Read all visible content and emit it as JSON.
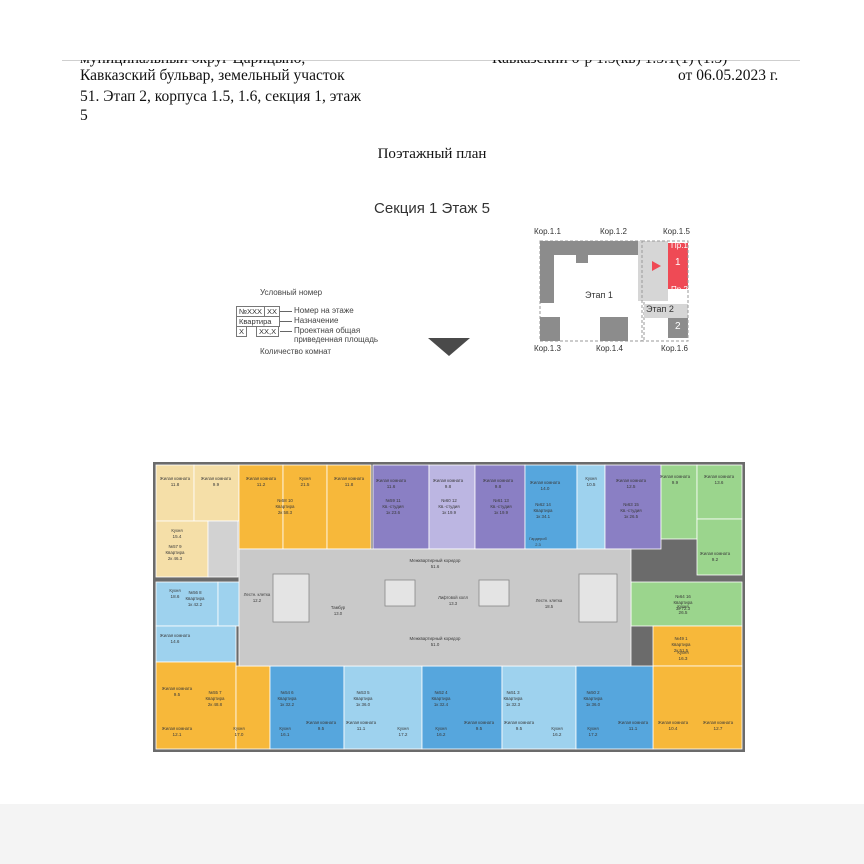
{
  "header": {
    "left_line0": "муниципальный округ Царицыно,",
    "left_line1": "Кавказский бульвар, земельный участок",
    "left_line2": "51. Этап 2, корпуса 1.5, 1.6, секция 1, этаж",
    "left_line3": "5",
    "right_line0": "Кавказский б-р 1.5(кв) 1.5.1(1) (1.5)",
    "right_line1": "от 06.05.2023 г."
  },
  "document_title": "Поэтажный план",
  "section_title": "Секция 1 Этаж 5",
  "legend": {
    "heading": "Условный номер",
    "box_number": "№XXX",
    "box_floor": "XX",
    "box_kind": "Квартира",
    "box_rooms": "X",
    "box_area": "XX,X",
    "caption_floor": "Номер на этаже",
    "caption_kind": "Назначение",
    "caption_area_1": "Проектная общая",
    "caption_area_2": "приведенная площадь",
    "caption_rooms": "Количество комнат"
  },
  "key_plan": {
    "labels_top": [
      "Кор.1.1",
      "Кор.1.2",
      "Кор.1.5"
    ],
    "labels_bottom": [
      "Кор.1.3",
      "Кор.1.4",
      "Кор.1.6"
    ],
    "stage1": "Этап 1",
    "stage2": "Этап 2",
    "pr1": "Пр.1",
    "pr2": "Пр.2",
    "sec1": "1",
    "sec2": "2",
    "colors": {
      "outline": "#9a9a9a",
      "block": "#8c8c8c",
      "highlight": "#ef4a55",
      "light": "#d6d6d6"
    }
  },
  "plan": {
    "colors": {
      "wall": "#6b6b6b",
      "core": "#c9c9c9",
      "yellow": "#f7b83a",
      "beige": "#f5dfa8",
      "blue": "#9ed2ee",
      "mid_blue": "#56a6dd",
      "purple": "#8a7fc4",
      "light_purple": "#bcb6e2",
      "green": "#9bd58d",
      "grey": "#d2d2d2"
    },
    "core_labels": {
      "corridor_top": "Межквартирный коридор",
      "corridor_top_area": "51.6",
      "corridor_bottom": "Межквартирный коридор",
      "corridor_bottom_area": "51.0",
      "stair_left": "Лестн. клетка",
      "stair_left_area": "12.2",
      "tambour": "Тамбур",
      "tambour_area": "13.0",
      "lift_hall": "Лифтовой холл",
      "lift_hall_area": "13.3",
      "stair_right": "Лестн. клетка",
      "stair_right_area": "18.5",
      "wardrobe": "Гардероб",
      "wardrobe_area": "2.3"
    },
    "apartments": [
      {
        "num": "№57",
        "floor": "9",
        "kind": "Квартира",
        "rooms": "2к",
        "area": "46.3"
      },
      {
        "num": "№58",
        "floor": "10",
        "kind": "Квартира",
        "rooms": "2к",
        "area": "58.3"
      },
      {
        "num": "№59",
        "floor": "11",
        "kind": "Кв.-студия",
        "rooms": "1к",
        "area": "23.6"
      },
      {
        "num": "№60",
        "floor": "12",
        "kind": "Кв.-студия",
        "rooms": "1к",
        "area": "19.9"
      },
      {
        "num": "№61",
        "floor": "13",
        "kind": "Кв.-студия",
        "rooms": "1к",
        "area": "19.9"
      },
      {
        "num": "№62",
        "floor": "14",
        "kind": "Квартира",
        "rooms": "1к",
        "area": "34.1"
      },
      {
        "num": "№63",
        "floor": "15",
        "kind": "Кв.-студия",
        "rooms": "1к",
        "area": "26.5"
      },
      {
        "num": "№64",
        "floor": "16",
        "kind": "Квартира",
        "rooms": "3к",
        "area": "72.3"
      },
      {
        "num": "№56",
        "floor": "8",
        "kind": "Квартира",
        "rooms": "1к",
        "area": "42.2"
      },
      {
        "num": "№49",
        "floor": "1",
        "kind": "Квартира",
        "rooms": "2к",
        "area": "51.5"
      },
      {
        "num": "№55",
        "floor": "7",
        "kind": "Квартира",
        "rooms": "2к",
        "area": "48.8"
      },
      {
        "num": "№54",
        "floor": "6",
        "kind": "Квартира",
        "rooms": "1к",
        "area": "32.2"
      },
      {
        "num": "№53",
        "floor": "5",
        "kind": "Квартира",
        "rooms": "1к",
        "area": "36.0"
      },
      {
        "num": "№52",
        "floor": "4",
        "kind": "Квартира",
        "rooms": "1к",
        "area": "32.4"
      },
      {
        "num": "№51",
        "floor": "3",
        "kind": "Квартира",
        "rooms": "1к",
        "area": "32.3"
      },
      {
        "num": "№50",
        "floor": "2",
        "kind": "Квартира",
        "rooms": "1к",
        "area": "36.0"
      }
    ],
    "rooms": [
      {
        "name": "Жилая комната",
        "area": "11.8"
      },
      {
        "name": "Жилая комната",
        "area": "9.9"
      },
      {
        "name": "Жилая комната",
        "area": "11.2"
      },
      {
        "name": "Кухня",
        "area": "21.5"
      },
      {
        "name": "Жилая комната",
        "area": "11.8"
      },
      {
        "name": "Жилая комната",
        "area": "11.6"
      },
      {
        "name": "Жилая комната",
        "area": "9.8"
      },
      {
        "name": "Жилая комната",
        "area": "9.8"
      },
      {
        "name": "Жилая комната",
        "area": "14.0"
      },
      {
        "name": "Кухня",
        "area": "10.5"
      },
      {
        "name": "Жилая комната",
        "area": "12.5"
      },
      {
        "name": "Жилая комната",
        "area": "9.9"
      },
      {
        "name": "Жилая комната",
        "area": "13.6"
      },
      {
        "name": "Кухня",
        "area": "15.4"
      },
      {
        "name": "Кухня",
        "area": "18.6"
      },
      {
        "name": "Жилая комната",
        "area": "14.6"
      },
      {
        "name": "Жилая комната",
        "area": "9.2"
      },
      {
        "name": "Кухня",
        "area": "26.5"
      },
      {
        "name": "Кухня",
        "area": "16.3"
      },
      {
        "name": "Жилая комната",
        "area": "9.5"
      },
      {
        "name": "Жилая комната",
        "area": "12.1"
      },
      {
        "name": "Кухня",
        "area": "17.0"
      },
      {
        "name": "Кухня",
        "area": "16.1"
      },
      {
        "name": "Жилая комната",
        "area": "9.5"
      },
      {
        "name": "Жилая комната",
        "area": "11.1"
      },
      {
        "name": "Кухня",
        "area": "17.2"
      },
      {
        "name": "Кухня",
        "area": "16.2"
      },
      {
        "name": "Жилая комната",
        "area": "9.5"
      },
      {
        "name": "Жилая комната",
        "area": "9.5"
      },
      {
        "name": "Кухня",
        "area": "16.2"
      },
      {
        "name": "Кухня",
        "area": "17.2"
      },
      {
        "name": "Жилая комната",
        "area": "11.1"
      },
      {
        "name": "Жилая комната",
        "area": "10.4"
      },
      {
        "name": "Жилая комната",
        "area": "12.7"
      }
    ]
  }
}
